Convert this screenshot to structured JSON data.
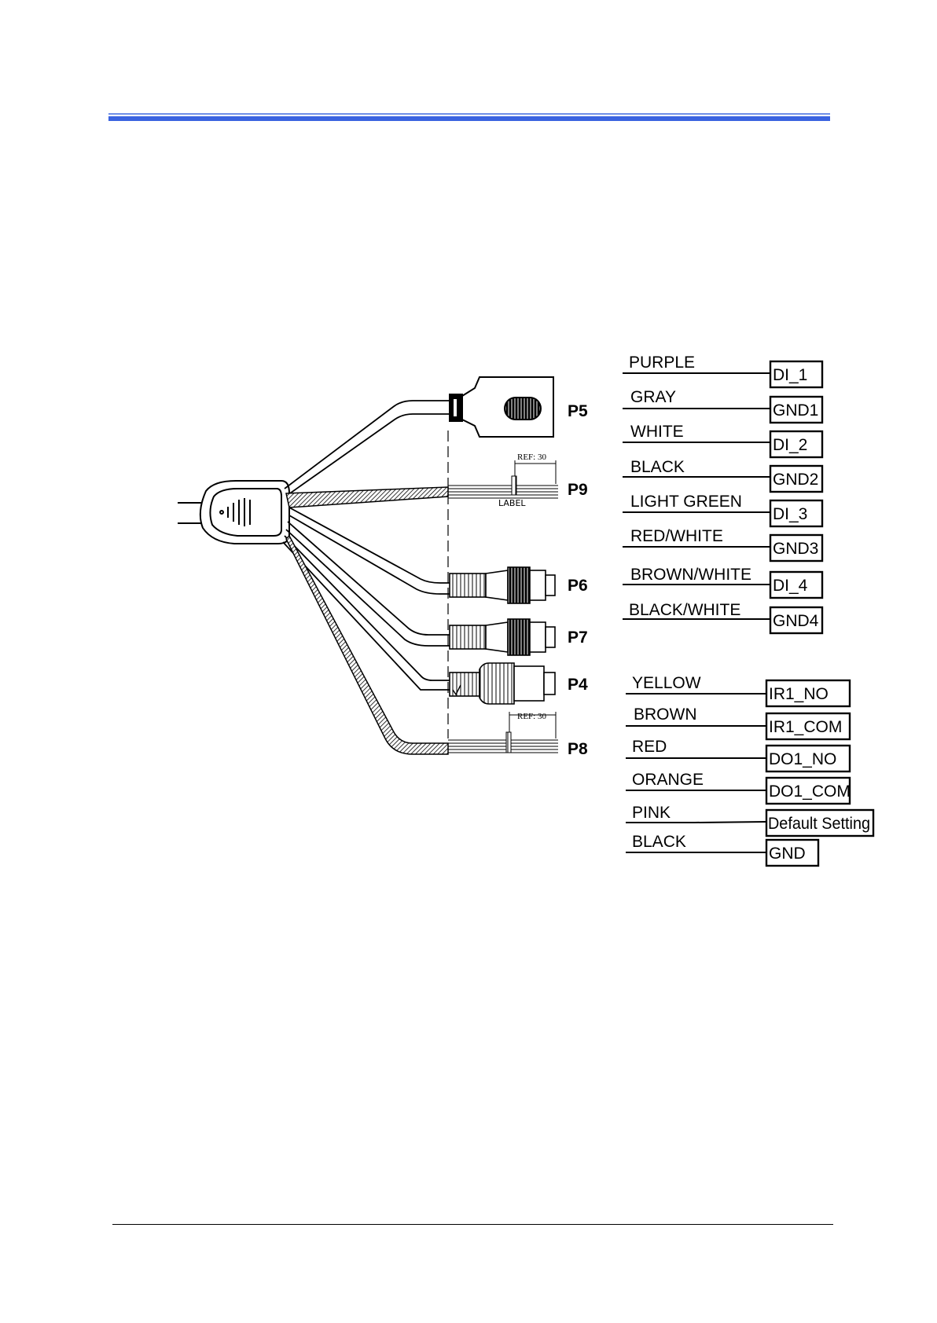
{
  "ports": [
    "P5",
    "P9",
    "P6",
    "P7",
    "P4",
    "P8"
  ],
  "label_tag": "LABEL",
  "ref_tags": [
    "REF: 30",
    "REF: 30"
  ],
  "p9_group": [
    {
      "wire": "PURPLE",
      "signal": "DI_1"
    },
    {
      "wire": "GRAY",
      "signal": "GND1"
    },
    {
      "wire": "WHITE",
      "signal": "DI_2"
    },
    {
      "wire": "BLACK",
      "signal": "GND2"
    },
    {
      "wire": "LIGHT GREEN",
      "signal": "DI_3"
    },
    {
      "wire": "RED/WHITE",
      "signal": "GND3"
    },
    {
      "wire": "BROWN/WHITE",
      "signal": "DI_4"
    },
    {
      "wire": "BLACK/WHITE",
      "signal": "GND4"
    }
  ],
  "p8_group": [
    {
      "wire": "YELLOW",
      "signal": "IR1_NO"
    },
    {
      "wire": "BROWN",
      "signal": "IR1_COM"
    },
    {
      "wire": "RED",
      "signal": "DO1_NO"
    },
    {
      "wire": "ORANGE",
      "signal": "DO1_COM"
    },
    {
      "wire": "PINK",
      "signal": "Default Setting"
    },
    {
      "wire": "BLACK",
      "signal": "GND"
    }
  ],
  "colors": {
    "header_rule": "#3a63e0",
    "ink": "#000000"
  }
}
